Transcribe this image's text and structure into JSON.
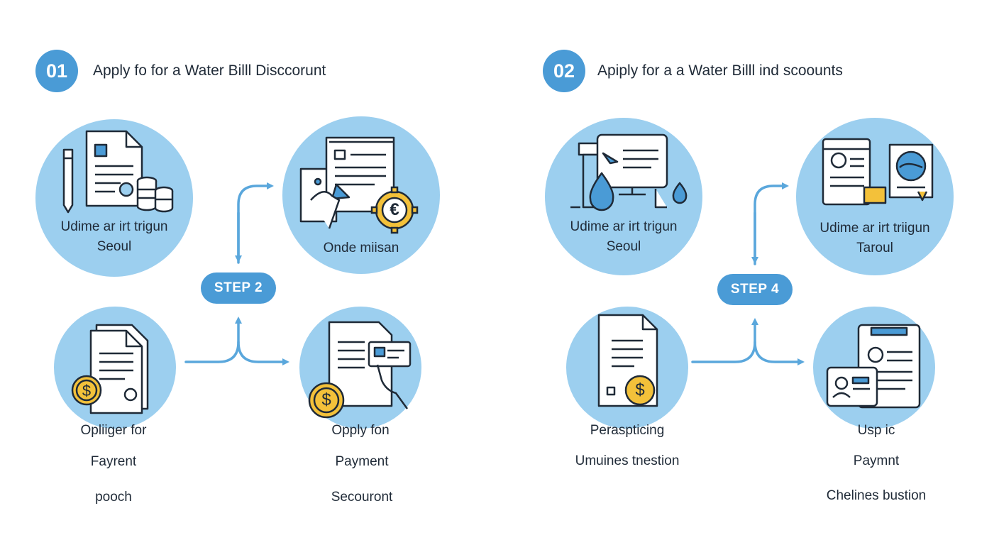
{
  "section1": {
    "number": "01",
    "title": "Apply fo for a Water Billl Disccorunt",
    "circle_top_left": {
      "line1": "Udime ar irt trigun",
      "line2": "Seoul"
    },
    "circle_top_right": {
      "line1": "Onde miisan"
    },
    "step": "STEP 2",
    "bottom_left": {
      "line1": "Opliiger for",
      "line2": "Fayrent",
      "line3": "pooch"
    },
    "bottom_right": {
      "line1": "Opply fon",
      "line2": "Payment",
      "line3": "Secouront"
    }
  },
  "section2": {
    "number": "02",
    "title": "Apiply for a a Water Billl ind scoounts",
    "circle_top_left": {
      "line1": "Udime ar irt trigun",
      "line2": "Seoul"
    },
    "circle_top_right": {
      "line1": "Udime ar irt triigun",
      "line2": "Taroul"
    },
    "step": "STEP 4",
    "bottom_left": {
      "line1": "Peraspticing",
      "line2": "Umuines tnestion"
    },
    "bottom_right": {
      "line1": "Usp ic",
      "line2": "Paymnt",
      "line3": "Chelines bustion"
    }
  },
  "icons": {
    "currency_dollar": "$",
    "currency_euro": "€"
  },
  "colors": {
    "circle_fill": "#9ccfef",
    "accent_blue": "#4a9bd6",
    "coin_gold": "#f3c13a",
    "ink": "#1f2a37"
  }
}
